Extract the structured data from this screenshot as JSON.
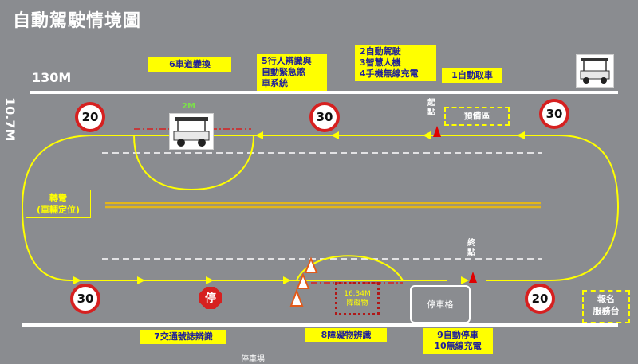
{
  "title": "自動駕駛情境圖",
  "dimensions": {
    "length": "130M",
    "width": "10.7M"
  },
  "signs": {
    "speed_20": "20",
    "speed_30": "30",
    "stop": "停"
  },
  "labels": {
    "lane_change": "6車道變換",
    "pedestrian": [
      "5行人辨識與",
      "自動緊急煞",
      "車系統"
    ],
    "autodrive": [
      "2自動駕駛",
      "3智慧人機",
      "4手機無線充電"
    ],
    "pickup": "1自動取車",
    "traffic_sign": "7交通號誌辨識",
    "obstacle_recog": "8障礙物辨識",
    "auto_park": [
      "9自動停車",
      "10無線充電"
    ],
    "turn": [
      "轉彎",
      "(車輛定位)"
    ],
    "standby": "預備區",
    "registration": [
      "報名",
      "服務台"
    ],
    "start": [
      "起",
      "點"
    ],
    "end": [
      "終",
      "點"
    ],
    "two_meter": "2M",
    "obstacle_size": [
      "16.34M",
      "障礙物"
    ],
    "parking": "停車格",
    "bottom_cut": "停車場"
  },
  "colors": {
    "ground": "#8a8c90",
    "path": "#ffff00",
    "sign_red": "#d62020",
    "label_text": "#1e1e9a"
  }
}
